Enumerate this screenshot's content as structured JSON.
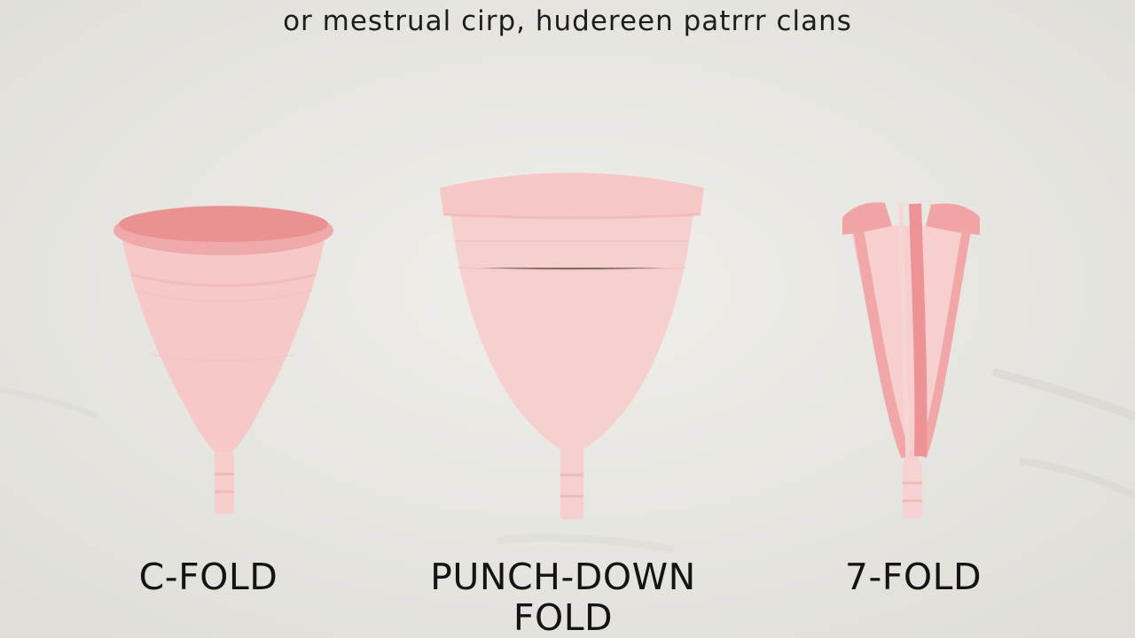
{
  "header": {
    "caption": "or mestrual cirp, hudereen patrrr clans"
  },
  "cups": [
    {
      "label": "C-FOLD",
      "icon": "c-fold-cup-icon"
    },
    {
      "label": "PUNCH-DOWN FOLD",
      "line1": "PUNCH-DOWN",
      "line2": "FOLD",
      "icon": "punch-down-fold-cup-icon"
    },
    {
      "label": "7-FOLD",
      "icon": "7-fold-cup-icon"
    }
  ],
  "colors": {
    "background": "#e9e8e4",
    "cup_body": "#f6c9c8",
    "cup_rim": "#ef9d9e",
    "cup_fold": "#ee9395",
    "text": "#141414"
  }
}
